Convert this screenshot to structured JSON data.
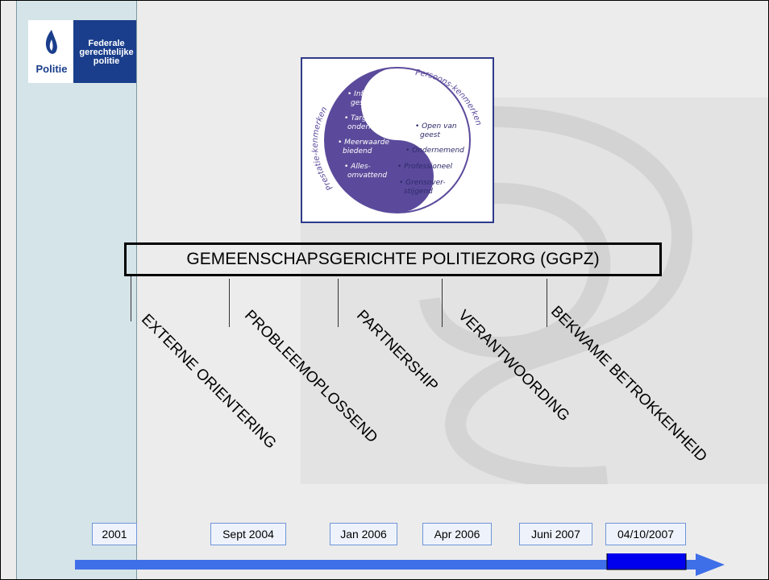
{
  "logo": {
    "left_text": "Politie",
    "right_text": "Federale gerechtelijke politie"
  },
  "diagram": {
    "left_heading": "Prestatie-kenmerken",
    "right_heading": "Persoons-kenmerken",
    "left_items": [
      "• Informatie-",
      "gestuurd",
      "• Target-",
      "ondermijnend",
      "• Meerwaarde",
      "biedend",
      "• Alles-",
      "omvattend"
    ],
    "right_items": [
      "• Open van",
      "geest",
      "• Ondernemend",
      "• Professioneel",
      "• Grensover-",
      "stijgend"
    ]
  },
  "title": "GEMEENSCHAPSGERICHTE POLITIEZORG (GGPZ)",
  "milestones": [
    {
      "label": "EXTERNE ORIENTERING"
    },
    {
      "label": "PROBLEEMOPLOSSEND"
    },
    {
      "label": "PARTNERSHIP"
    },
    {
      "label": "VERANTWOORDING"
    },
    {
      "label": "BEKWAME BETROKKENHEID"
    }
  ],
  "dates": [
    "2001",
    "Sept 2004",
    "Jan 2006",
    "Apr 2006",
    "Juni 2007",
    "04/10/2007"
  ],
  "colors": {
    "arrow": "#3f6fe8",
    "current_marker": "#0000ee",
    "diagram_purple": "#5b4a9b",
    "logo_blue": "#1a3e8c"
  }
}
